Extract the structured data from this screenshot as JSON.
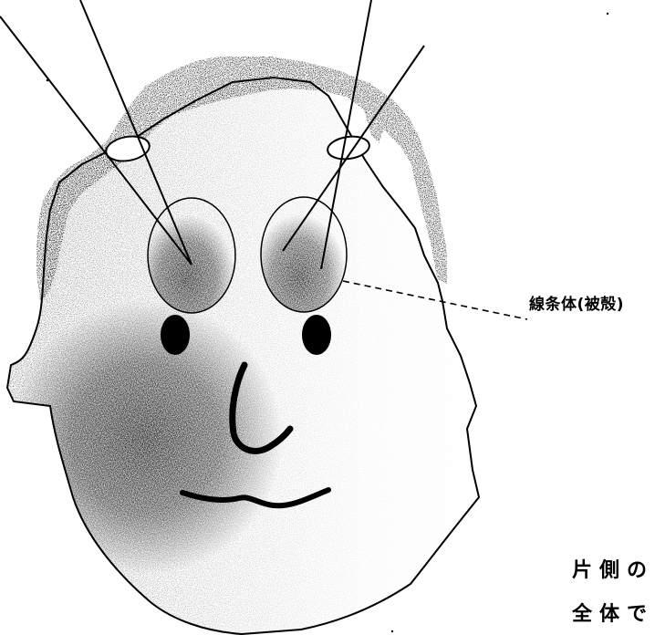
{
  "figure": {
    "callout_label": "線条体(被殻)",
    "caption_line1": "片側の",
    "caption_line2": "全体で",
    "colors": {
      "ink": "#000000",
      "background": "#ffffff",
      "stipple_light": "#d8d8d8",
      "stipple_dark": "#1e1e1e"
    }
  }
}
